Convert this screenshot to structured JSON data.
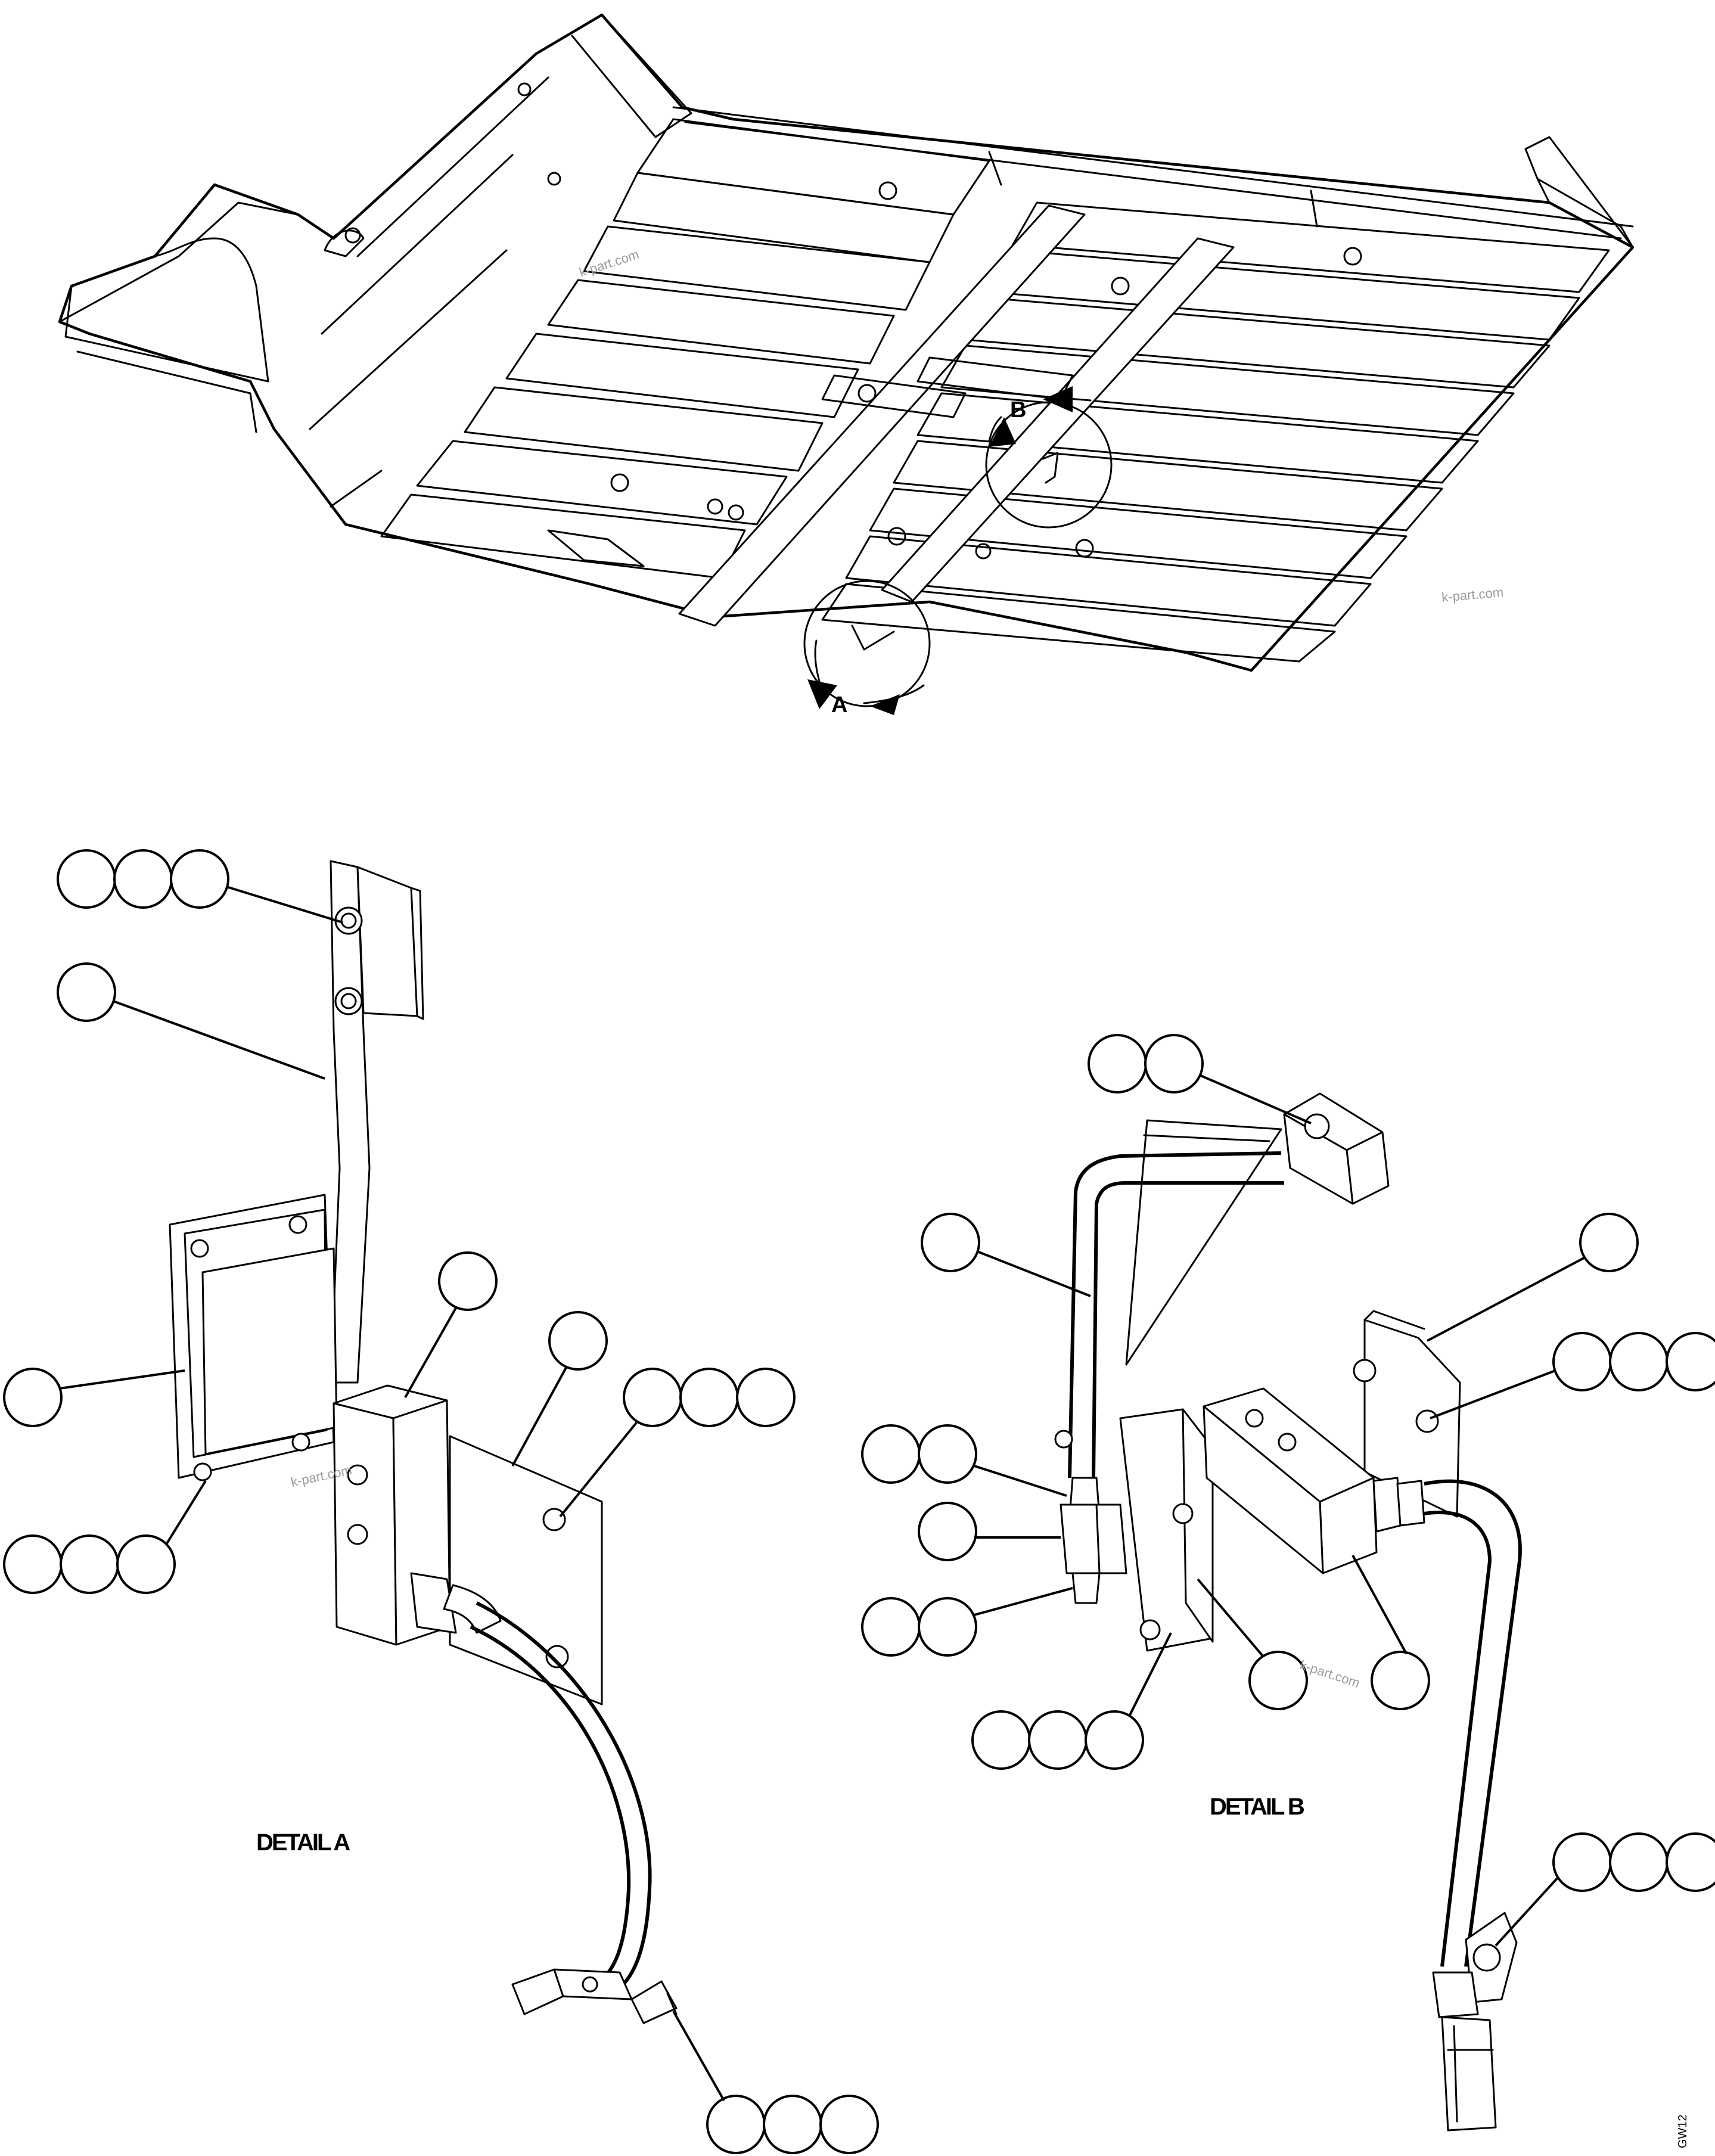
{
  "callouts": {
    "view_a": "A",
    "view_b": "B"
  },
  "captions": {
    "detail_a": "DETAIL A",
    "detail_b": "DETAIL B"
  },
  "watermarks": [
    "k-part.com",
    "k-part.com",
    "k-part.com",
    "k-part.com"
  ],
  "figure_code": "GW12"
}
